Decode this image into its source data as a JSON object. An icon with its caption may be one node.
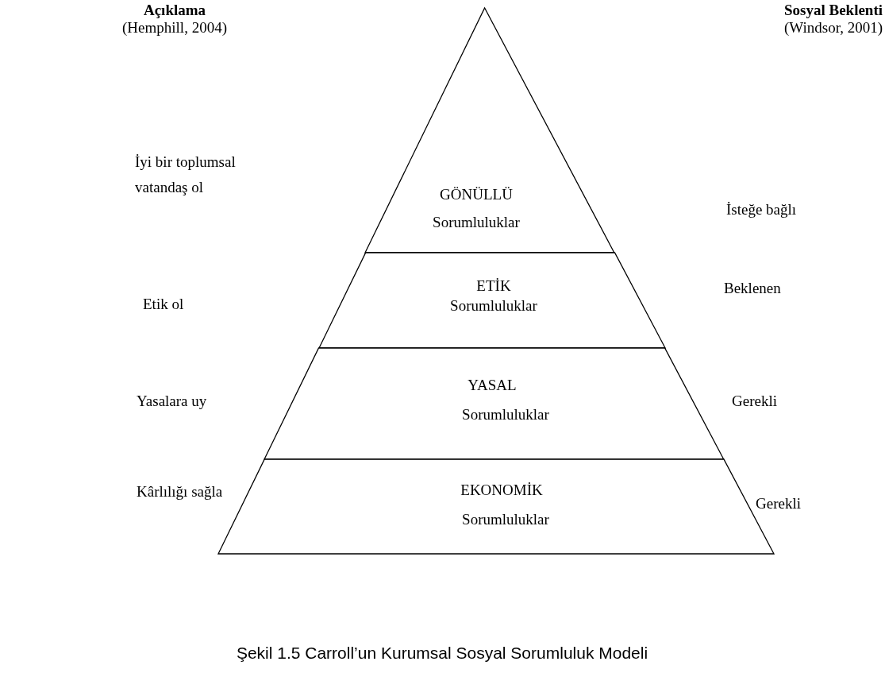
{
  "diagram": {
    "caption": "Şekil 1.5 Carroll’un Kurumsal Sosyal Sorumluluk Modeli",
    "nodes": [
      {
        "text": [
          "GÖNÜLLÜ",
          "Sorumluluklar"
        ]
      },
      {
        "text": [
          "ETİK",
          "Sorumluluklar"
        ]
      },
      {
        "text": [
          "YASAL",
          "Sorumluluklar"
        ]
      },
      {
        "text": [
          "EKONOMİK",
          "Sorumluluklar"
        ]
      }
    ],
    "labels": [
      "Açıklama",
      "(Hemphill, 2004)",
      "Sosyal Beklenti",
      "(Windsor, 2001)",
      "İyi bir toplumsal vatandaş ol",
      "İsteğe bağlı",
      "Etik ol",
      "Beklenen",
      "Yasalara uy",
      "Gerekli",
      "Kârlılığı sağla",
      "Gerekli"
    ]
  }
}
